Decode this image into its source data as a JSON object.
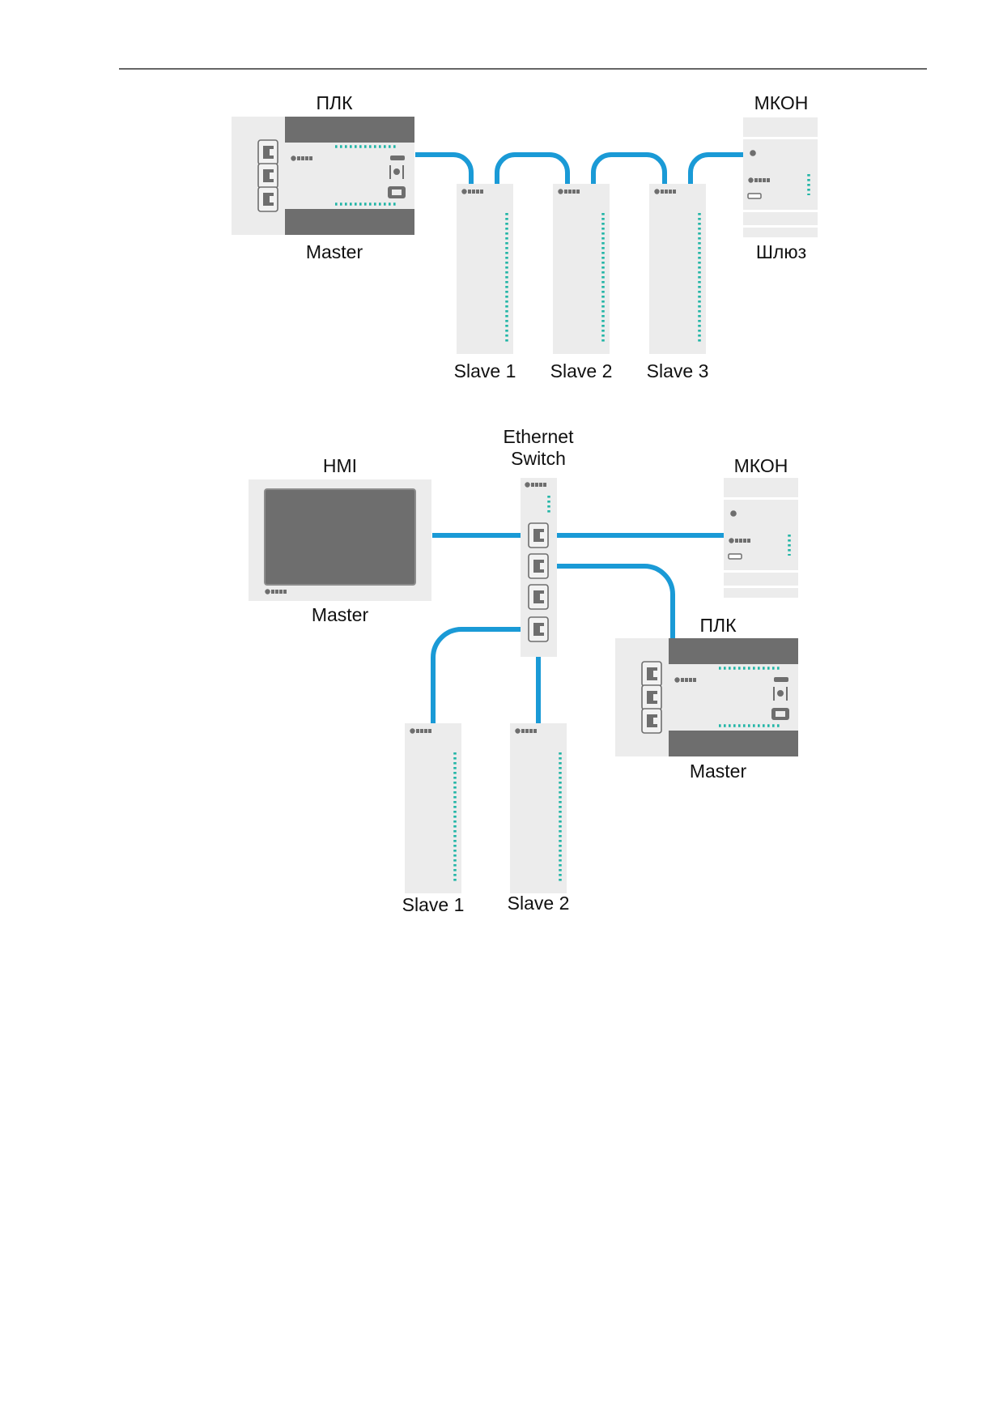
{
  "diagram1": {
    "plc_title": "ПЛК",
    "plc_role": "Master",
    "mkon_title": "МКОН",
    "mkon_role": "Шлюз",
    "slaves": [
      "Slave 1",
      "Slave 2",
      "Slave 3"
    ]
  },
  "diagram2": {
    "hmi_title": "HMI",
    "hmi_role": "Master",
    "switch_line1": "Ethernet",
    "switch_line2": "Switch",
    "mkon_title": "МКОН",
    "plc_title": "ПЛК",
    "plc_role": "Master",
    "slaves": [
      "Slave 1",
      "Slave 2"
    ]
  },
  "colors": {
    "cable": "#1a9ad6",
    "device_body": "#ececec",
    "device_dark": "#6e6e6e",
    "indicator_leds": "#22b5a6"
  }
}
